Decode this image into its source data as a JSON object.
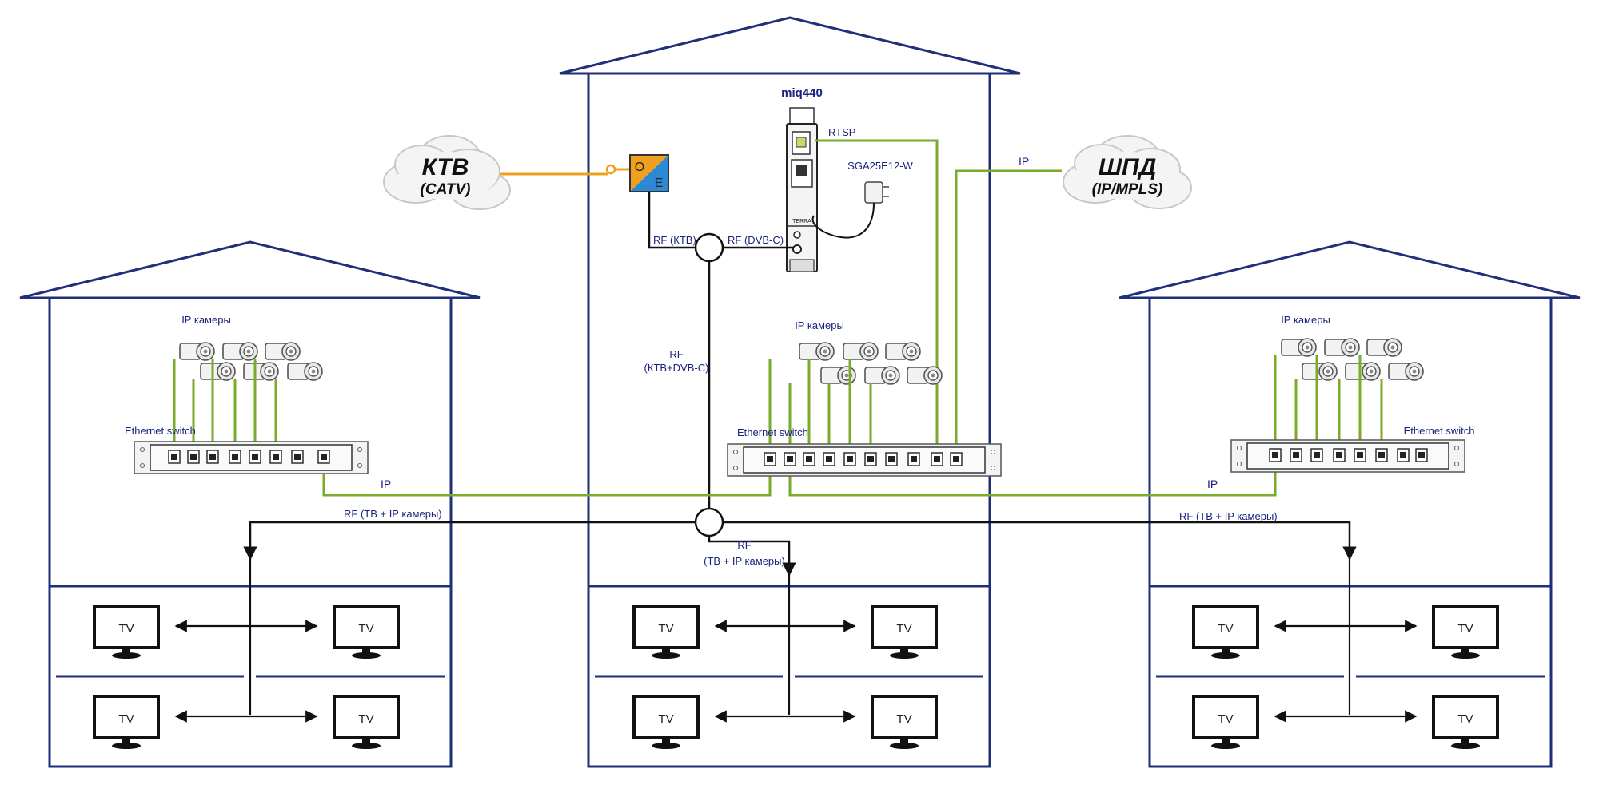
{
  "colors": {
    "building": "#1f2f7a",
    "ethernet": "#7aab2d",
    "optical": "#f0a020",
    "rf": "#111111",
    "label": "#1a237e"
  },
  "clouds": {
    "ktv": {
      "title": "КТВ",
      "subtitle": "(CATV)"
    },
    "shpd": {
      "title": "ШПД",
      "subtitle": "(IP/MPLS)"
    }
  },
  "converter": {
    "o": "O",
    "e": "E"
  },
  "device": {
    "name": "miq440",
    "brand": "TERRA"
  },
  "psu": {
    "label": "SGA25E12-W"
  },
  "labels": {
    "rtsp": "RTSP",
    "ip_top": "IP",
    "rf_ktv": "RF (КТВ)",
    "rf_dvbc": "RF (DVB-C)",
    "rf_main_1": "RF",
    "rf_main_2": "(КТВ+DVB-C)",
    "rf_center_1": "RF",
    "rf_center_2": "(ТВ + IP камеры)",
    "rf_left": "RF (ТВ + IP камеры)",
    "rf_right": "RF (ТВ + IP камеры)",
    "ip_left": "IP",
    "ip_right": "IP"
  },
  "buildings": {
    "left": {
      "cameras_label": "IP камеры",
      "switch_label": "Ethernet switch"
    },
    "center": {
      "cameras_label": "IP камеры",
      "switch_label": "Ethernet switch"
    },
    "right": {
      "cameras_label": "IP камеры",
      "switch_label": "Ethernet switch"
    }
  },
  "tv_label": "TV"
}
